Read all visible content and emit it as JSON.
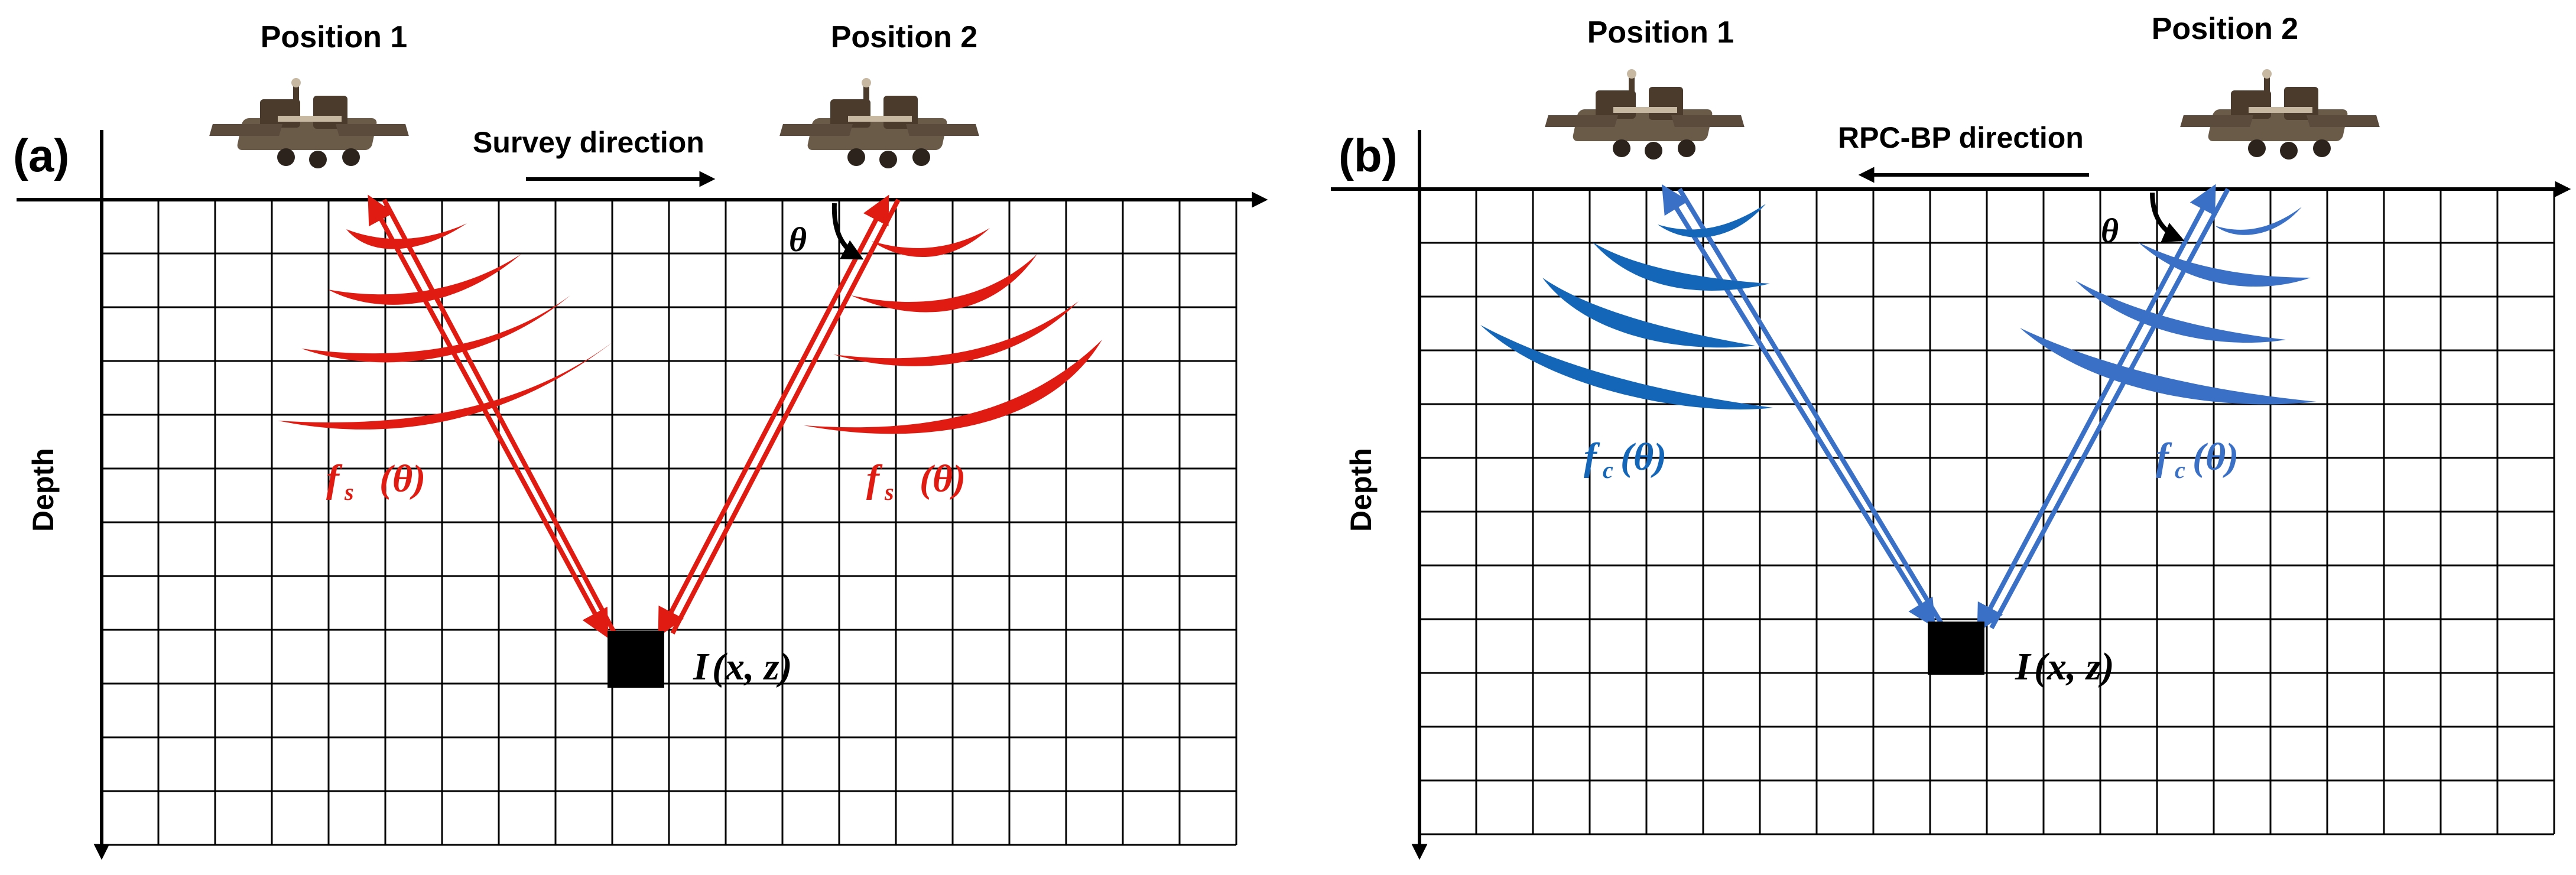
{
  "colors": {
    "background": "#ffffff",
    "grid": "#000000",
    "axis": "#000000",
    "target": "#000000",
    "panel_a_wave": "#e01b12",
    "panel_b_wave": "#3a70c6",
    "panel_b_arc": "#1467b8",
    "rover_body": "#4a3b2c",
    "rover_panel": "#6a5a48",
    "rover_highlight": "#c7b8a2"
  },
  "panels": [
    {
      "id": "a",
      "label": "(a)",
      "position_1_label": "Position 1",
      "position_2_label": "Position 2",
      "direction_label": "Survey direction",
      "direction_arrow": "right",
      "angle_label": "θ",
      "depth_label": "Depth",
      "function_label": {
        "main": "f",
        "subscript": "s",
        "argument": "(θ)"
      },
      "target_label": {
        "main": "I",
        "argument": "(x, z)"
      },
      "wave_color_key": "panel_a_wave",
      "arc_color_key": "panel_a_wave"
    },
    {
      "id": "b",
      "label": "(b)",
      "position_1_label": "Position 1",
      "position_2_label": "Position 2",
      "direction_label": "RPC-BP direction",
      "direction_arrow": "left",
      "angle_label": "θ",
      "depth_label": "Depth",
      "function_label": {
        "main": "f",
        "subscript": "c",
        "argument": "(θ)"
      },
      "target_label": {
        "main": "I",
        "argument": "(x, z)"
      },
      "wave_color_key": "panel_b_wave",
      "arc_color_key": "panel_b_arc"
    }
  ],
  "icons": {
    "rover": "rover-icon",
    "target": "target-cell-icon",
    "angle_arrow": "curved-arrow-icon"
  }
}
